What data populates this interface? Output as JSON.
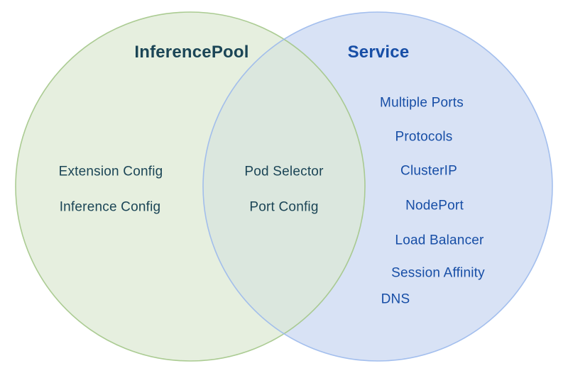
{
  "venn": {
    "background": "#ffffff",
    "left": {
      "title": "InferencePool",
      "items": [
        "Extension Config",
        "Inference Config"
      ],
      "fill": "#e6efdf",
      "stroke": "#a3c788",
      "text_color": "#1b4556"
    },
    "right": {
      "title": "Service",
      "items": [
        "Multiple Ports",
        "Protocols",
        "ClusterIP",
        "NodePort",
        "Load Balancer",
        "Session Affinity",
        "DNS"
      ],
      "fill": "#d8e2f5",
      "stroke": "#9bb9ec",
      "text_color": "#174ea6"
    },
    "overlap": {
      "items": [
        "Pod Selector",
        "Port Config"
      ],
      "fill": "#dbe7de",
      "text_color": "#1b4556"
    }
  }
}
